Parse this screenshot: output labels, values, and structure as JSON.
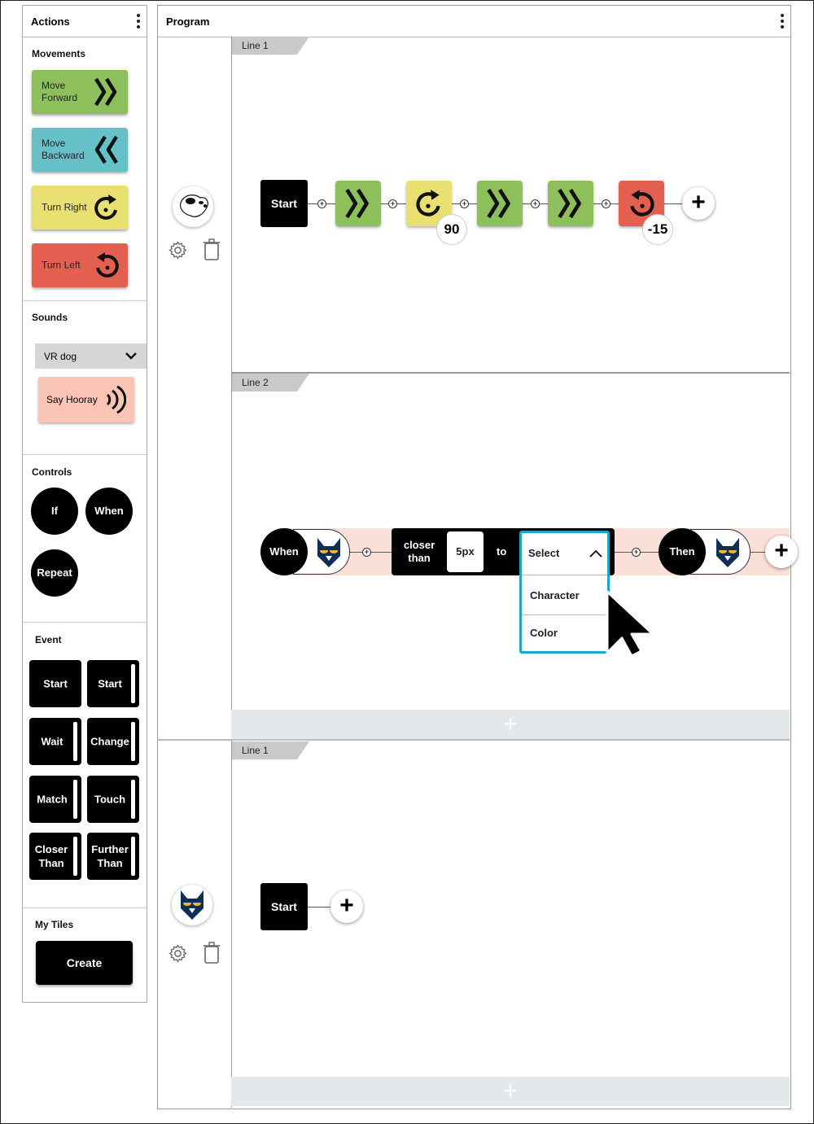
{
  "actions_panel": {
    "title": "Actions",
    "movements": {
      "title": "Movements",
      "tiles": [
        {
          "label": "Move Forward",
          "color": "#8dc05a",
          "icon": "double-chevron-right-icon"
        },
        {
          "label": "Move Backward",
          "color": "#66c0c8",
          "icon": "double-chevron-left-icon"
        },
        {
          "label": "Turn Right",
          "color": "#e8e070",
          "icon": "rotate-right-icon"
        },
        {
          "label": "Turn Left",
          "color": "#e36050",
          "icon": "rotate-left-icon"
        }
      ]
    },
    "sounds": {
      "title": "Sounds",
      "selected": "VR dog",
      "tile": {
        "label": "Say Hooray",
        "color": "#f9c4b4",
        "icon": "sound-waves-icon"
      }
    },
    "controls": {
      "title": "Controls",
      "items": [
        "If",
        "When",
        "Repeat"
      ]
    },
    "event": {
      "title": "Event",
      "items": [
        "Start",
        "Start",
        "Wait",
        "Change",
        "Match",
        "Touch",
        "Closer Than",
        "Further Than"
      ]
    },
    "my_tiles": {
      "title": "My Tiles",
      "create_label": "Create"
    }
  },
  "program_panel": {
    "title": "Program",
    "line1": {
      "tab": "Line 1",
      "start": "Start",
      "turn_right_value": "90",
      "turn_left_value": "-15"
    },
    "line2": {
      "tab": "Line 2",
      "when": "When",
      "closer_than": "closer than",
      "distance": "5px",
      "to": "to",
      "select": "Select",
      "options": [
        "Character",
        "Color"
      ],
      "then": "Then",
      "condition_color": "#fbe0d8",
      "focus_color": "#1aa6c8"
    },
    "line3": {
      "tab": "Line 1",
      "start": "Start"
    }
  }
}
